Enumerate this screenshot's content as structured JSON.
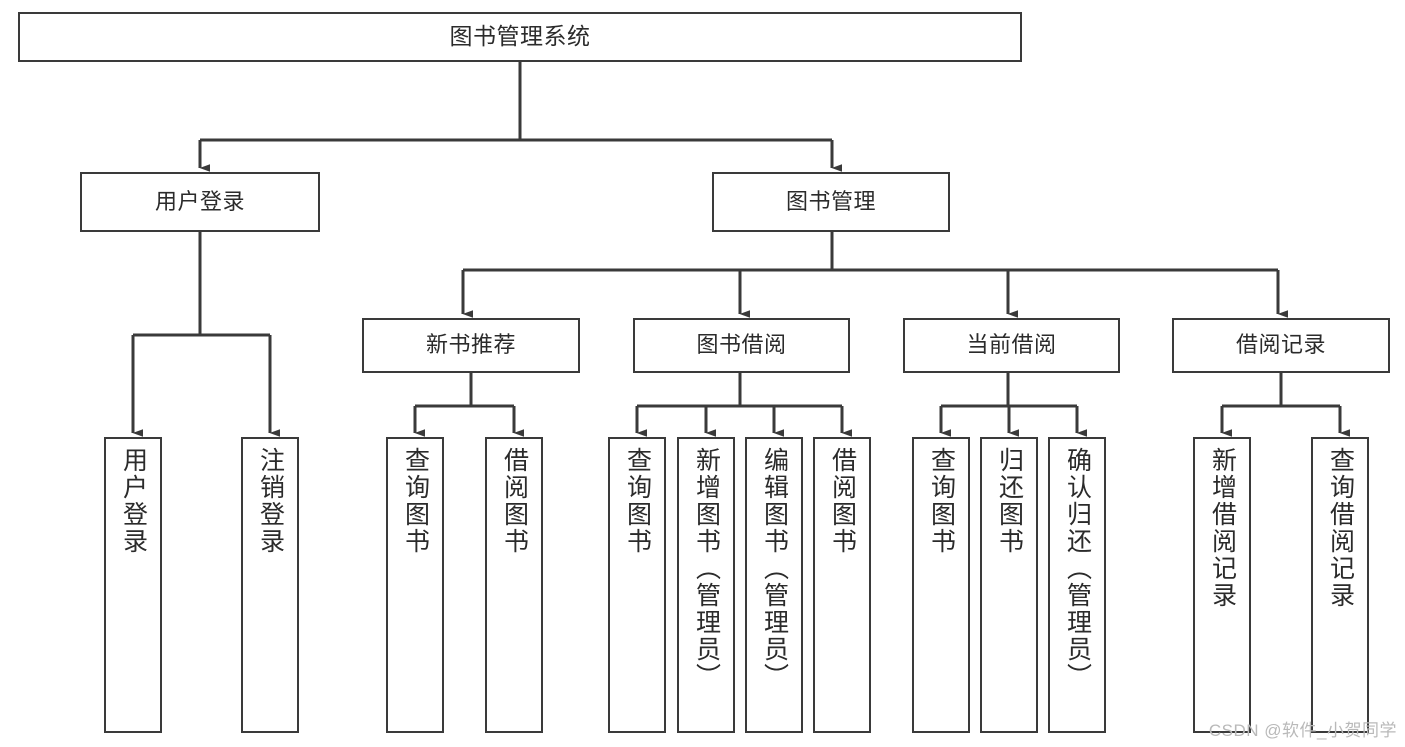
{
  "diagram": {
    "title": "图书管理系统",
    "type": "hierarchy-tree",
    "watermark": "CSDN @软件_小贺同学",
    "colors": {
      "node_border": "#3a3a3a",
      "node_fill": "#ffffff",
      "edge": "#3a3a3a",
      "text": "#2b2b2b",
      "watermark": "#b9b9b9",
      "background": "#ffffff"
    },
    "root": {
      "label": "图书管理系统"
    },
    "level2": [
      {
        "id": "user-login",
        "label": "用户登录"
      },
      {
        "id": "book-management",
        "label": "图书管理"
      }
    ],
    "level3": [
      {
        "id": "new-book-recommend",
        "label": "新书推荐",
        "parent": "book-management"
      },
      {
        "id": "book-borrow",
        "label": "图书借阅",
        "parent": "book-management"
      },
      {
        "id": "current-borrow",
        "label": "当前借阅",
        "parent": "book-management"
      },
      {
        "id": "borrow-record",
        "label": "借阅记录",
        "parent": "book-management"
      }
    ],
    "leaves": [
      {
        "id": "leaf-user-login",
        "label": "用户登录",
        "parent": "user-login"
      },
      {
        "id": "leaf-logout",
        "label": "注销登录",
        "parent": "user-login"
      },
      {
        "id": "leaf-query-book-1",
        "label": "查询图书",
        "parent": "new-book-recommend"
      },
      {
        "id": "leaf-borrow-book-1",
        "label": "借阅图书",
        "parent": "new-book-recommend"
      },
      {
        "id": "leaf-query-book-2",
        "label": "查询图书",
        "parent": "book-borrow"
      },
      {
        "id": "leaf-add-book",
        "label": "新增图书（管理员）",
        "parent": "book-borrow"
      },
      {
        "id": "leaf-edit-book",
        "label": "编辑图书（管理员）",
        "parent": "book-borrow"
      },
      {
        "id": "leaf-borrow-book-2",
        "label": "借阅图书",
        "parent": "book-borrow"
      },
      {
        "id": "leaf-query-book-3",
        "label": "查询图书",
        "parent": "current-borrow"
      },
      {
        "id": "leaf-return-book",
        "label": "归还图书",
        "parent": "current-borrow"
      },
      {
        "id": "leaf-confirm-return",
        "label": "确认归还（管理员）",
        "parent": "current-borrow"
      },
      {
        "id": "leaf-add-record",
        "label": "新增借阅记录",
        "parent": "borrow-record"
      },
      {
        "id": "leaf-query-record",
        "label": "查询借阅记录",
        "parent": "borrow-record"
      }
    ]
  }
}
